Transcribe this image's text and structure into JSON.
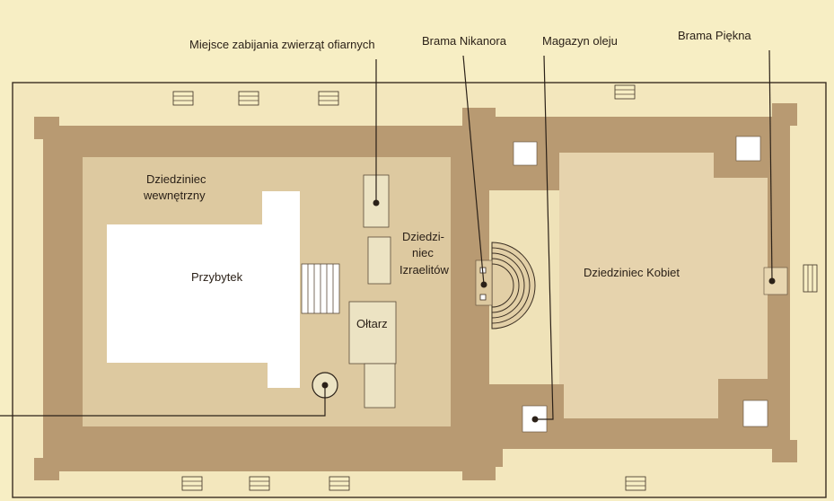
{
  "labels": {
    "slaughter_place": "Miejsce zabijania zwierząt ofiarnych",
    "nicanor_gate": "Brama Nikanora",
    "oil_store": "Magazyn oleju",
    "beautiful_gate": "Brama Piękna",
    "inner_court_line1": "Dziedziniec",
    "inner_court_line2": "wewnętrzny",
    "israelite_court_line1": "Dziedzi-",
    "israelite_court_line2": "niec",
    "israelite_court_line3": "Izraelitów",
    "tabernacle": "Przybytek",
    "altar": "Ołtarz",
    "women_court": "Dziedziniec Kobiet"
  },
  "colors": {
    "background": "#f7eec4",
    "wall": "#b89a72",
    "inner_court": "#ddc9a0",
    "women_court": "#e6d3ad",
    "rooms": "#ffffff",
    "text": "#2b2118"
  }
}
